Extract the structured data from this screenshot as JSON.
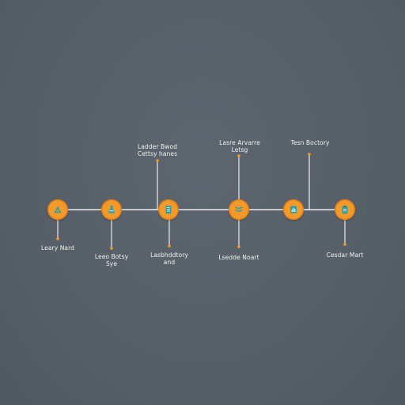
{
  "timeline": {
    "nodes": [
      {
        "icon": "triangle-icon",
        "label": [
          "Leary Nard"
        ]
      },
      {
        "icon": "flask-icon",
        "label": [
          "Leeo Botsy",
          "Sye"
        ]
      },
      {
        "icon": "document-icon",
        "label": [
          "Ladder Bwod",
          "Cettsy hanes"
        ],
        "label_below": [
          "Lasbhddtory",
          "and"
        ]
      },
      {
        "icon": "waves-icon",
        "label": [
          "Lasre Arvarre",
          "Letsg"
        ],
        "label_below": [
          "Lsedde Noart"
        ]
      },
      {
        "icon": "chart-icon",
        "label": [
          "Tesn Boctory"
        ]
      },
      {
        "icon": "clipboard-icon",
        "label": [
          "Cesdar Mart"
        ]
      }
    ]
  },
  "colors": {
    "background": "#57606a",
    "node_fill": "#f39a2b",
    "icon": "#2f9fa8",
    "line": "#ececec",
    "connector_dot": "#f39a2b"
  }
}
